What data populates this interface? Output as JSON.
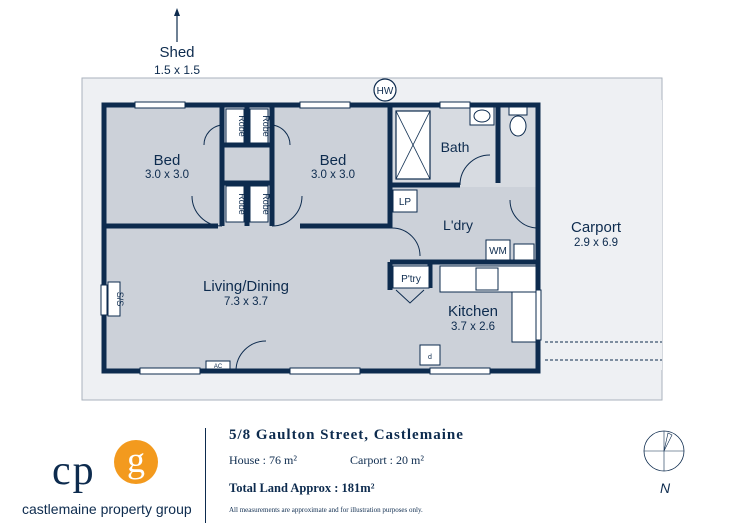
{
  "plan": {
    "shed": {
      "name": "Shed",
      "size": "1.5 x 1.5"
    },
    "hw": "HW",
    "rooms": [
      {
        "key": "bed1",
        "name": "Bed",
        "size": "3.0 x 3.0"
      },
      {
        "key": "bed2",
        "name": "Bed",
        "size": "3.0 x 3.0"
      },
      {
        "key": "bath",
        "name": "Bath"
      },
      {
        "key": "laundry",
        "name": "L'dry"
      },
      {
        "key": "carport",
        "name": "Carport",
        "size": "2.9 x 6.9"
      },
      {
        "key": "living",
        "name": "Living/Dining",
        "size": "7.3 x 3.7"
      },
      {
        "key": "kitchen",
        "name": "Kitchen",
        "size": "3.7 x 2.6"
      }
    ],
    "robe": "Robe",
    "lp": "LP",
    "wm": "WM",
    "pantry": "P'try",
    "ss": "S/S",
    "ac": "AC",
    "dw": "d"
  },
  "footer": {
    "brand_letters": "cp",
    "brand_g": "g",
    "brand_name_bold": "castlemaine",
    "brand_name_rest": " property group",
    "address": "5/8 Gaulton Street, Castlemaine",
    "house_label": "House : 76 m²",
    "carport_label": "Carport : 20 m²",
    "land_label": "Total Land Approx : 181m²",
    "disclaimer": "All measurements are approximate and for illustration purposes only.",
    "compass_letter": "N"
  },
  "colors": {
    "wall": "#0d2b4e",
    "floor": "#ccd1d9",
    "outdoor": "#eef0f3",
    "accent": "#f39a1e"
  }
}
